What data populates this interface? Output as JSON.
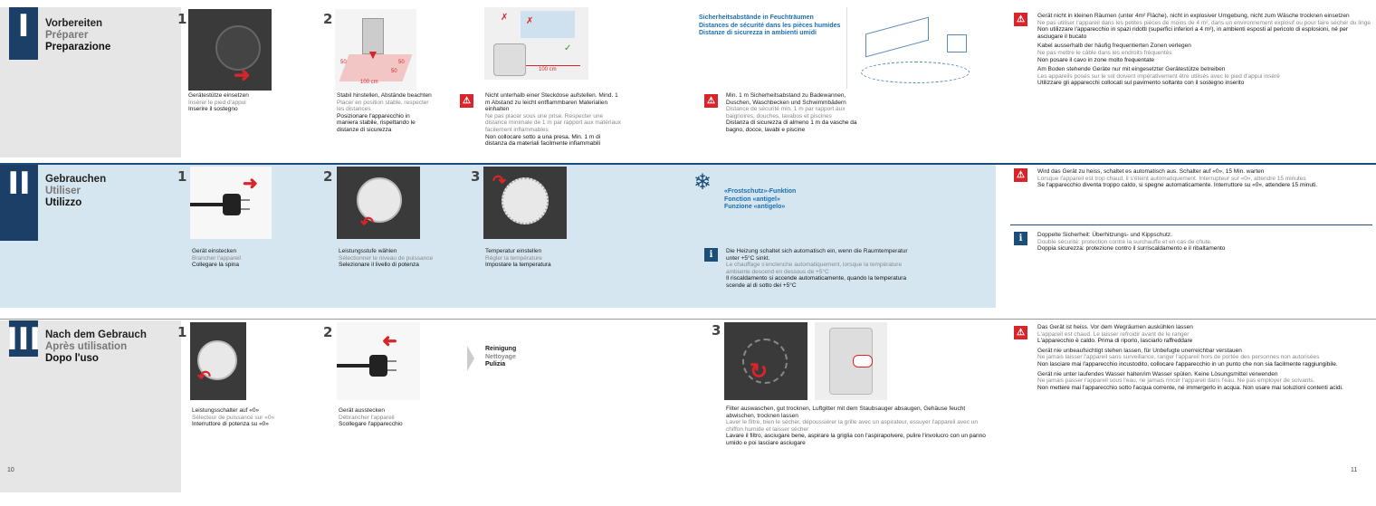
{
  "page_left": "10",
  "page_right": "11",
  "s1": {
    "num": "I",
    "t_de": "Vorbereiten",
    "t_fr": "Préparer",
    "t_it": "Preparazione",
    "step1": {
      "n": "1",
      "de": "Gerätestütze einsetzen",
      "fr": "Insérer le pied d'appui",
      "it": "Inserire il sostegno"
    },
    "step2": {
      "n": "2",
      "de": "Stabil hinstellen, Abstände beachten",
      "fr": "Placer en position stable, respecter les distances",
      "it": "Posizionare l'apparecchio in maniera stabile, rispettando le distanze di sicurezza"
    },
    "dist_labels": {
      "a": "50",
      "b": "50",
      "c": "100 cm",
      "d": "50",
      "e": "100 cm"
    },
    "warn_outlet": {
      "de": "Nicht unterhalb einer Steckdose aufstellen. Mind. 1 m Abstand zu leicht entflammbaren Materialien einhalten",
      "fr": "Ne pas placer sous une prise. Respecter une distance minimale de 1 m par rapport aux matériaux facilement inflammables",
      "it": "Non collocare sotto a una presa. Min. 1 m di distanza da materiali facilmente infiammabili"
    },
    "wet": {
      "de": "Sicherheitsabstände in Feuchträumen",
      "fr": "Distances de sécurité dans les pièces humides",
      "it": "Distanze di sicurezza in ambienti umidi"
    },
    "warn_bath": {
      "de": "Min. 1 m Sicherheitsabstand zu Badewannen, Duschen, Waschbecken und Schwimmbädern",
      "fr": "Distance de sécurité min. 1 m par rapport aux baignoires, douches, lavabos et piscines",
      "it": "Distanza di sicurezza di almeno 1 m da vasche da bagno, docce, lavabi e piscine"
    },
    "right": [
      {
        "de": "Gerät nicht in kleinen Räumen (unter 4m² Fläche), nicht in explosiver Umgebung, nicht zum Wäsche trocknen einsetzen",
        "fr": "Ne pas utiliser l'appareil dans les petites pièces de moins de 4 m², dans un environnement explosif ou pour faire sécher du linge",
        "it": "Non utilizzare l'apparecchio in spazi ridotti (superfici inferiori a 4 m²), in ambienti esposti al pericolo di esplosioni, né per asciugare il bucato"
      },
      {
        "de": "Kabel ausserhalb der häufig frequentierten Zonen verlegen",
        "fr": "Ne pas mettre le câble dans les endroits fréquentés",
        "it": "Non posare il cavo in zone molto frequentate"
      },
      {
        "de": "Am Boden stehende Geräte nur mit eingesetzter Gerätestütze betreiben",
        "fr": "Les appareils posés sur le sol doivent impérativement être utilisés avec le pied d'appui inséré",
        "it": "Utilizzare gli apparecchi collocati sul pavimento soltanto con il sostegno inserito"
      }
    ]
  },
  "s2": {
    "num": "II",
    "t_de": "Gebrauchen",
    "t_fr": "Utiliser",
    "t_it": "Utilizzo",
    "step1": {
      "n": "1",
      "de": "Gerät einstecken",
      "fr": "Brancher l'appareil",
      "it": "Collegare la spina"
    },
    "step2": {
      "n": "2",
      "de": "Leistungsstufe wählen",
      "fr": "Sélectionner le niveau de puissance",
      "it": "Selezionare il livello di potenza"
    },
    "step3": {
      "n": "3",
      "de": "Temperatur einstellen",
      "fr": "Régler la température",
      "it": "Impostare la temperatura"
    },
    "frost": {
      "de": "«Frostschutz»-Funktion",
      "fr": "Fonction «antigel»",
      "it": "Funzione «antigelo»"
    },
    "info_frost": {
      "de": "Die Heizung schaltet sich automatisch ein, wenn die Raumtemperatur unter +5°C sinkt.",
      "fr": "Le chauffage s'enclenche automatiquement, lorsque la température ambiante descend en dessous de +5°C",
      "it": "Il riscaldamento si accende automaticamente, quando la temperatura scende al di sotto dei +5°C"
    },
    "warn_hot": {
      "de": "Wird das Gerät zu heiss, schaltet es automatisch aus. Schalter auf «0», 15 Min. warten",
      "fr": "Lorsque l'appareil est trop chaud, il s'éteint automatiquement. Interrupteur sur «0», attendre 15 minutes",
      "it": "Se l'apparecchio diventa troppo caldo, si spegne automaticamente. Interruttore su «0», attendere 15 minuti."
    },
    "info_safe": {
      "de": "Doppelte Sicherheit: Überhitzungs- und Kippschutz.",
      "fr": "Double sécurité: protection contre la surchauffe et en cas de chute.",
      "it": "Doppia sicurezza: protezione contro il surriscaldamento e il ribaltamento"
    }
  },
  "s3": {
    "num": "III",
    "t_de": "Nach dem Gebrauch",
    "t_fr": "Après utilisation",
    "t_it": "Dopo l'uso",
    "step1": {
      "n": "1",
      "de": "Leistungsschalter auf «0»",
      "fr": "Sélecteur de puissance sur «0»",
      "it": "Interruttore di potenza su «0»"
    },
    "step2": {
      "n": "2",
      "de": "Gerät ausstecken",
      "fr": "Débrancher l'appareil",
      "it": "Scollegare l'apparecchio"
    },
    "clean": {
      "de": "Reinigung",
      "fr": "Nettoyage",
      "it": "Pulizia"
    },
    "step3": {
      "n": "3",
      "de": "Filter auswaschen, gut trocknen, Luftgitter mit dem Staubsauger absaugen, Gehäuse feucht abwischen, trocknen lassen",
      "fr": "Laver le filtre, bien le sécher, dépoussiérer la grille avec un aspirateur, essuyer l'appareil avec un chiffon humide et laisser sécher",
      "it": "Lavare il filtro, asciugare bene, aspirare la griglia con l'aspirapolvere, pulire l'involucro con un panno umido e poi lasciare asciugare"
    },
    "right": [
      {
        "de": "Das Gerät ist heiss. Vor dem Wegräumen auskühlen lassen",
        "fr": "L'appareil est chaud. Le laisser refroidir avant de le ranger",
        "it": "L'apparecchio è caldo. Prima di riporlo, lasciarlo raffreddare"
      },
      {
        "de": "Gerät nie unbeaufsichtigt stehen lassen, für Unbefugte unerreichbar verstauen",
        "fr": "Ne jamais laisser l'appareil sans surveillance, ranger l'appareil hors de portée des personnes non autorisées",
        "it": "Non lasciare mai l'apparecchio incustodito, collocare l'apparecchio in un punto che non sia facilmente raggiungibile."
      },
      {
        "de": "Gerät nie unter laufendes Wasser halten/im Wasser spülen. Keine Lösungsmittel verwenden",
        "fr": "Ne jamais passer l'appareil sous l'eau, ne jamais rincer l'appareil dans l'eau. Ne pas employer de solvants.",
        "it": "Non mettere mai l'apparecchio sotto l'acqua corrente, né immergerlo in acqua. Non usare mai soluzioni contenti acidi."
      }
    ]
  },
  "icons": {
    "warning": "warning-triangle-icon",
    "info": "info-icon",
    "snowflake": "snowflake-icon"
  },
  "colors": {
    "navy": "#1b3f66",
    "blue_band": "#d6e6f0",
    "grey_band": "#e6e6e6",
    "red": "#d9252a"
  }
}
